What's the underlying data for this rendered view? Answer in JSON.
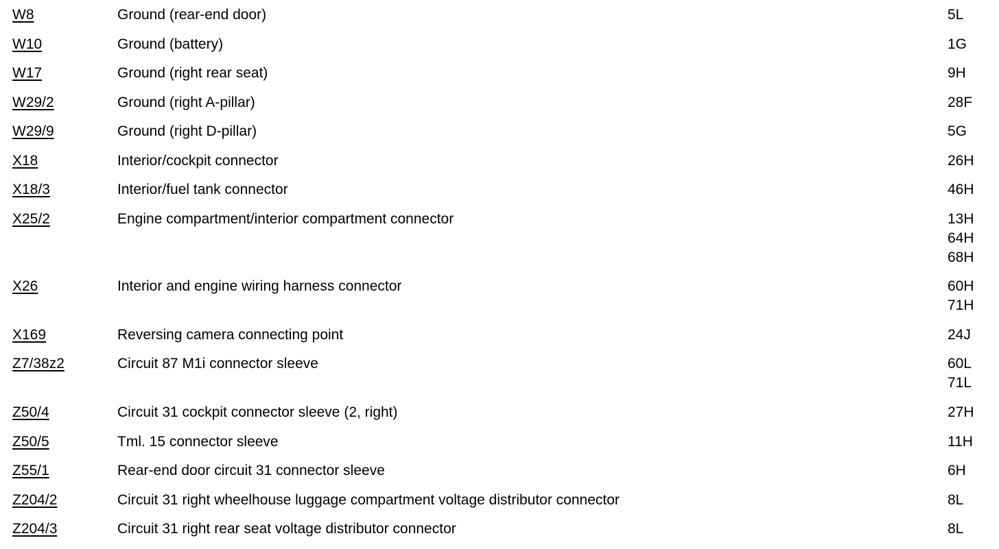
{
  "rows": [
    {
      "code": "W8",
      "description": "Ground (rear-end door)",
      "locations": [
        "5L"
      ]
    },
    {
      "code": "W10",
      "description": "Ground (battery)",
      "locations": [
        "1G"
      ]
    },
    {
      "code": "W17",
      "description": "Ground (right rear seat)",
      "locations": [
        "9H"
      ]
    },
    {
      "code": "W29/2",
      "description": "Ground (right A-pillar)",
      "locations": [
        "28F"
      ]
    },
    {
      "code": "W29/9",
      "description": "Ground (right D-pillar)",
      "locations": [
        "5G"
      ]
    },
    {
      "code": "X18",
      "description": "Interior/cockpit connector",
      "locations": [
        "26H"
      ]
    },
    {
      "code": "X18/3",
      "description": "Interior/fuel tank connector",
      "locations": [
        "46H"
      ]
    },
    {
      "code": "X25/2",
      "description": "Engine compartment/interior compartment connector",
      "locations": [
        "13H",
        "64H",
        "68H"
      ]
    },
    {
      "code": "X26",
      "description": "Interior and engine wiring harness connector",
      "locations": [
        "60H",
        "71H"
      ]
    },
    {
      "code": "X169",
      "description": "Reversing camera connecting point",
      "locations": [
        "24J"
      ]
    },
    {
      "code": "Z7/38z2",
      "description": "Circuit 87 M1i connector sleeve",
      "locations": [
        "60L",
        "71L"
      ]
    },
    {
      "code": "Z50/4",
      "description": "Circuit 31 cockpit connector sleeve (2, right)",
      "locations": [
        "27H"
      ]
    },
    {
      "code": "Z50/5",
      "description": "Tml. 15 connector sleeve",
      "locations": [
        "11H"
      ]
    },
    {
      "code": "Z55/1",
      "description": "Rear-end door circuit 31 connector sleeve",
      "locations": [
        "6H"
      ]
    },
    {
      "code": "Z204/2",
      "description": "Circuit 31 right wheelhouse luggage compartment voltage distributor connector",
      "locations": [
        "8L"
      ]
    },
    {
      "code": "Z204/3",
      "description": "Circuit 31 right rear seat voltage distributor connector",
      "locations": [
        "8L"
      ]
    }
  ]
}
